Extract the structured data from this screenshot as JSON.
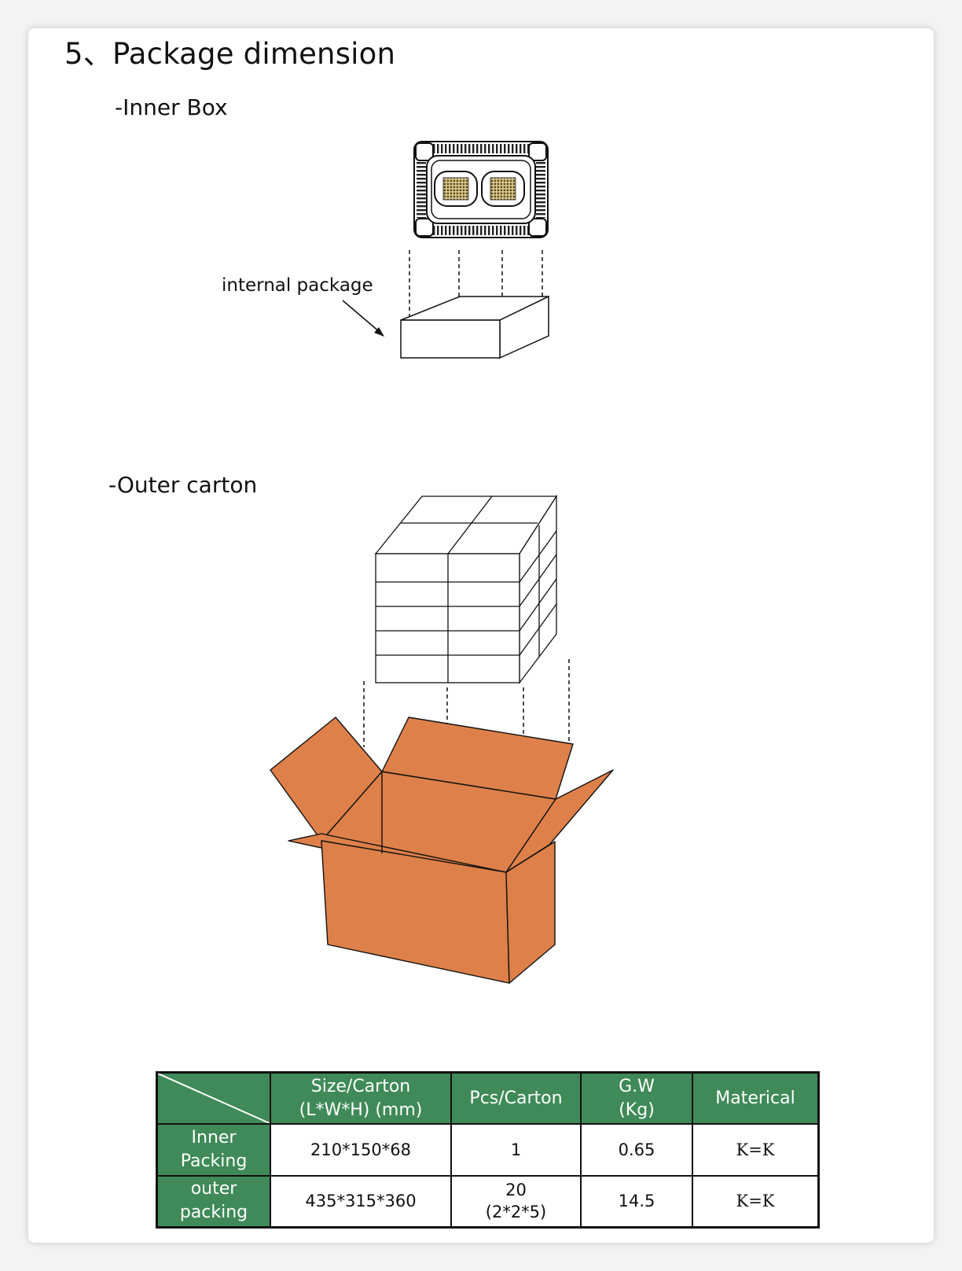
{
  "heading": "5、Package dimension",
  "inner_box": {
    "title": "-Inner Box",
    "label": "internal package"
  },
  "outer_carton": {
    "title": "-Outer carton"
  },
  "colors": {
    "table_header": "#3f8a58",
    "carton": "#de8049"
  },
  "table": {
    "headers": {
      "size_line1": "Size/Carton",
      "size_line2": "(L*W*H) (mm)",
      "pcs": "Pcs/Carton",
      "gw_line1": "G.W",
      "gw_line2": "(Kg)",
      "material": "Materical"
    },
    "rows": [
      {
        "name_line1": "Inner",
        "name_line2": "Packing",
        "size": "210*150*68",
        "pcs_line1": "1",
        "pcs_line2": "",
        "gw": "0.65",
        "material": "K=K"
      },
      {
        "name_line1": "outer",
        "name_line2": "packing",
        "size": "435*315*360",
        "pcs_line1": "20",
        "pcs_line2": "(2*2*5)",
        "gw": "14.5",
        "material": "K=K"
      }
    ]
  }
}
